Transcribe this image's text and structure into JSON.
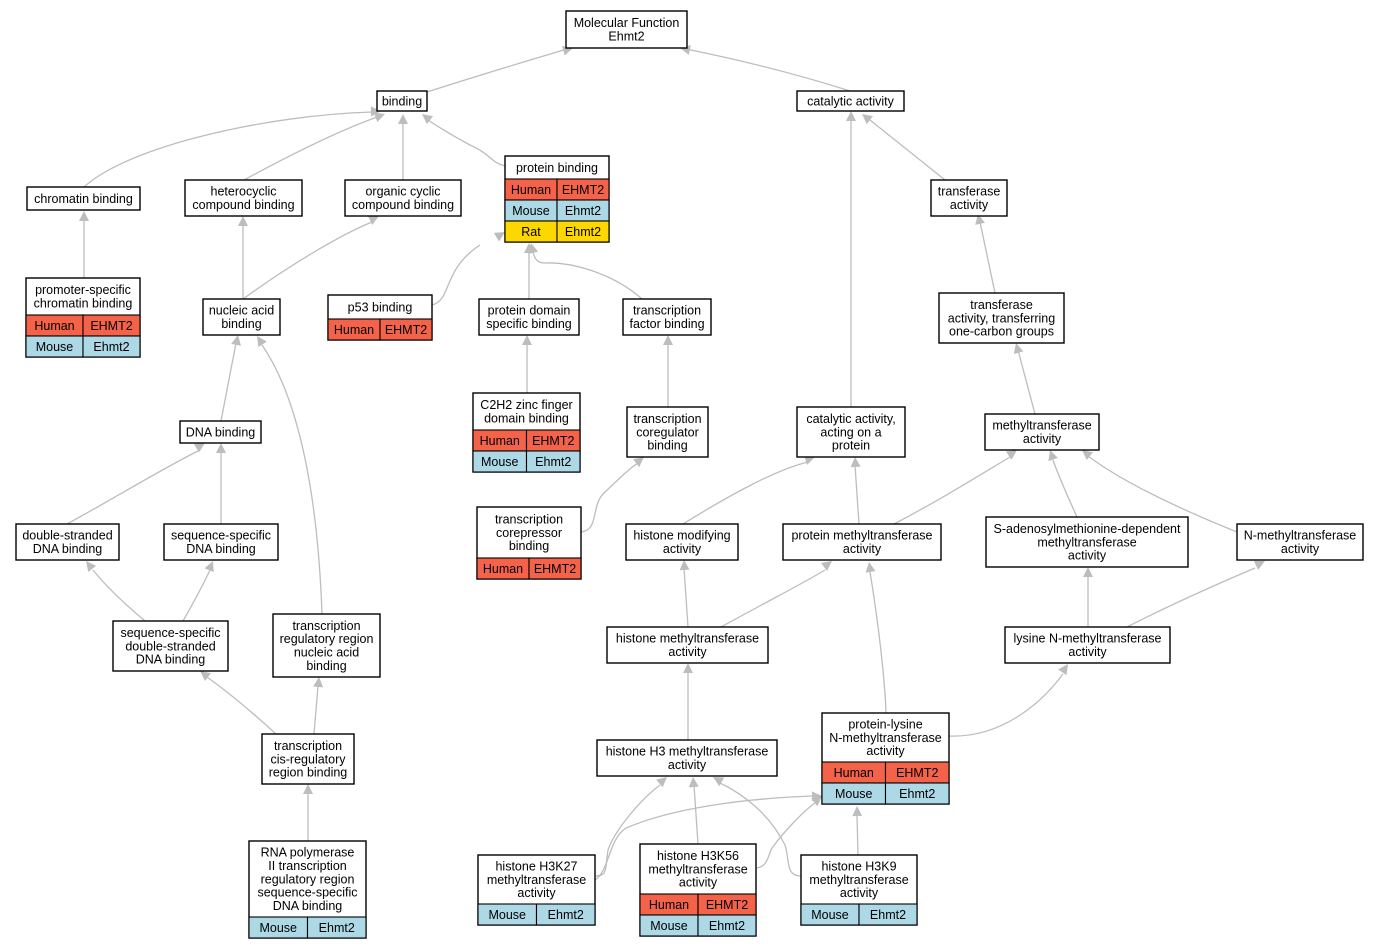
{
  "colors": {
    "human": "#f4624a",
    "mouse": "#add8e6",
    "rat": "#ffd700",
    "edge": "#bdbdbd"
  },
  "nodes": {
    "mf": {
      "lines": [
        "Molecular Function",
        "Ehmt2"
      ]
    },
    "binding": {
      "lines": [
        "binding"
      ]
    },
    "catalytic": {
      "lines": [
        "catalytic activity"
      ]
    },
    "chromatin": {
      "lines": [
        "chromatin binding"
      ]
    },
    "heterocyclic": {
      "lines": [
        "heterocyclic",
        "compound binding"
      ]
    },
    "organic": {
      "lines": [
        "organic cyclic",
        "compound binding"
      ]
    },
    "protein_binding": {
      "lines": [
        "protein binding"
      ],
      "species": [
        [
          "Human",
          "EHMT2"
        ],
        [
          "Mouse",
          "Ehmt2"
        ],
        [
          "Rat",
          "Ehmt2"
        ]
      ]
    },
    "transferase": {
      "lines": [
        "transferase",
        "activity"
      ]
    },
    "promoter": {
      "lines": [
        "promoter-specific",
        "chromatin binding"
      ],
      "species": [
        [
          "Human",
          "EHMT2"
        ],
        [
          "Mouse",
          "Ehmt2"
        ]
      ]
    },
    "nucleic": {
      "lines": [
        "nucleic acid",
        "binding"
      ]
    },
    "p53": {
      "lines": [
        "p53 binding"
      ],
      "species": [
        [
          "Human",
          "EHMT2"
        ]
      ]
    },
    "pdomain": {
      "lines": [
        "protein domain",
        "specific binding"
      ]
    },
    "tfbinding": {
      "lines": [
        "transcription",
        "factor binding"
      ]
    },
    "transferase_onecarbon": {
      "lines": [
        "transferase",
        "activity, transferring",
        "one-carbon groups"
      ]
    },
    "c2h2": {
      "lines": [
        "C2H2 zinc finger",
        "domain binding"
      ],
      "species": [
        [
          "Human",
          "EHMT2"
        ],
        [
          "Mouse",
          "Ehmt2"
        ]
      ]
    },
    "coregulator": {
      "lines": [
        "transcription",
        "coregulator",
        "binding"
      ]
    },
    "catalytic_protein": {
      "lines": [
        "catalytic activity,",
        "acting on a",
        "protein"
      ]
    },
    "methyltransferase": {
      "lines": [
        "methyltransferase",
        "activity"
      ]
    },
    "dnabinding": {
      "lines": [
        "DNA binding"
      ]
    },
    "corepressor": {
      "lines": [
        "transcription",
        "corepressor",
        "binding"
      ],
      "species": [
        [
          "Human",
          "EHMT2"
        ]
      ]
    },
    "dsdna": {
      "lines": [
        "double-stranded",
        "DNA binding"
      ]
    },
    "ssdna": {
      "lines": [
        "sequence-specific",
        "DNA binding"
      ]
    },
    "histone_mod": {
      "lines": [
        "histone modifying",
        "activity"
      ]
    },
    "protein_mt": {
      "lines": [
        "protein methyltransferase",
        "activity"
      ]
    },
    "sam_mt": {
      "lines": [
        "S-adenosylmethionine-dependent",
        "methyltransferase",
        "activity"
      ]
    },
    "n_mt": {
      "lines": [
        "N-methyltransferase",
        "activity"
      ]
    },
    "ssds": {
      "lines": [
        "sequence-specific",
        "double-stranded",
        "DNA binding"
      ]
    },
    "trr_nucleic": {
      "lines": [
        "transcription",
        "regulatory region",
        "nucleic acid",
        "binding"
      ]
    },
    "histone_mt": {
      "lines": [
        "histone methyltransferase",
        "activity"
      ]
    },
    "lysine_mt": {
      "lines": [
        "lysine N-methyltransferase",
        "activity"
      ]
    },
    "cisreg": {
      "lines": [
        "transcription",
        "cis-regulatory",
        "region binding"
      ]
    },
    "h3_mt": {
      "lines": [
        "histone H3 methyltransferase",
        "activity"
      ]
    },
    "pl_mt": {
      "lines": [
        "protein-lysine",
        "N-methyltransferase",
        "activity"
      ],
      "species": [
        [
          "Human",
          "EHMT2"
        ],
        [
          "Mouse",
          "Ehmt2"
        ]
      ]
    },
    "rnapol": {
      "lines": [
        "RNA polymerase",
        "II transcription",
        "regulatory region",
        "sequence-specific",
        "DNA binding"
      ],
      "species": [
        [
          "Mouse",
          "Ehmt2"
        ]
      ]
    },
    "h3k27": {
      "lines": [
        "histone H3K27",
        "methyltransferase",
        "activity"
      ],
      "species": [
        [
          "Mouse",
          "Ehmt2"
        ]
      ]
    },
    "h3k56": {
      "lines": [
        "histone H3K56",
        "methyltransferase",
        "activity"
      ],
      "species": [
        [
          "Human",
          "EHMT2"
        ],
        [
          "Mouse",
          "Ehmt2"
        ]
      ]
    },
    "h3k9": {
      "lines": [
        "histone H3K9",
        "methyltransferase",
        "activity"
      ],
      "species": [
        [
          "Mouse",
          "Ehmt2"
        ]
      ]
    }
  }
}
